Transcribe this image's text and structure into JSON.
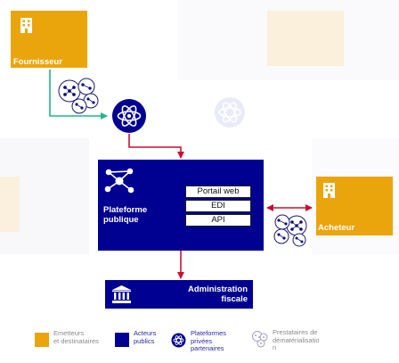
{
  "nodes": {
    "fournisseur": "Fournisseur",
    "acheteur": "Acheteur",
    "plateforme": "Plateforme\npublique",
    "administration": "Administration\nfiscale"
  },
  "services": [
    "Portail web",
    "EDI",
    "API"
  ],
  "legend": [
    {
      "label": "Emetteurs\net destinataires",
      "color": "#eba50c"
    },
    {
      "label": "Acteurs\npublics",
      "color": "#000091"
    },
    {
      "label": "Plateformes\nprivées\npartenaires",
      "icon": "atom-icon"
    },
    {
      "label": "Prestataires de\ndématérialisatio\nn",
      "icon": "network-cluster-icon"
    }
  ],
  "colors": {
    "orange": "#eba50c",
    "navy": "#000091",
    "red_arrow": "#c8102e",
    "green_arrow": "#1fb884"
  }
}
